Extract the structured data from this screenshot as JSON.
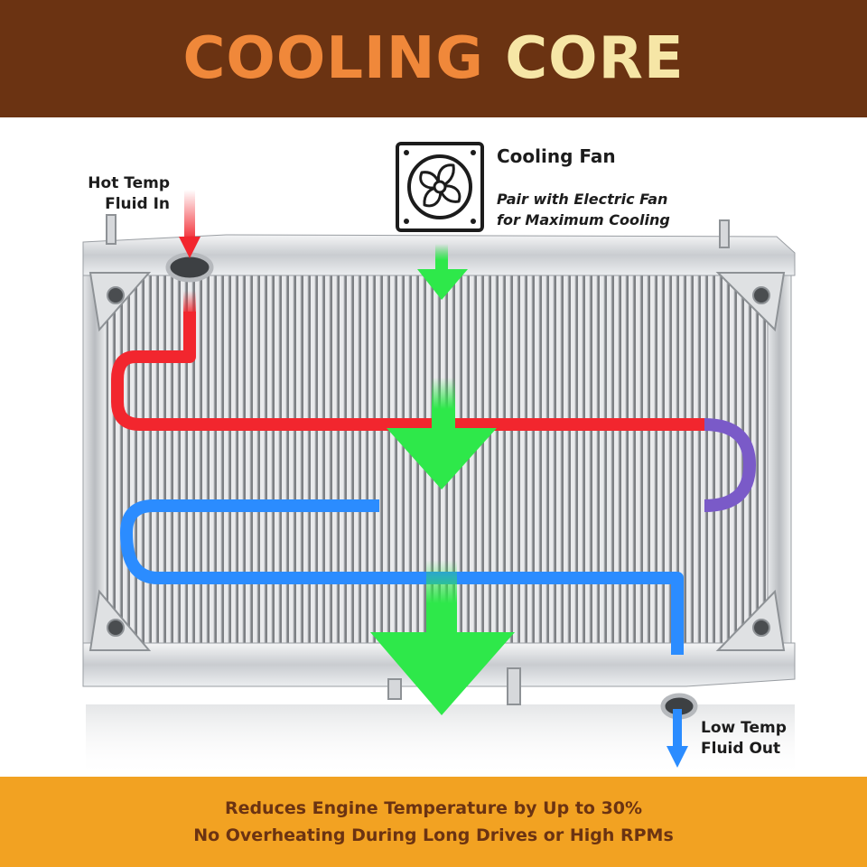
{
  "header": {
    "title_word_1": "COOLING",
    "title_word_2": "CORE"
  },
  "callouts": {
    "hot_inlet_line_1": "Hot Temp",
    "hot_inlet_line_2": "Fluid In",
    "fan_title": "Cooling Fan",
    "fan_subtitle_line_1": "Pair with Electric Fan",
    "fan_subtitle_line_2": "for Maximum Cooling",
    "low_outlet_line_1": "Low Temp",
    "low_outlet_line_2": "Fluid Out"
  },
  "footer": {
    "line_1": "Reduces Engine Temperature by Up to 30%",
    "line_2": "No Overheating During Long Drives or High RPMs"
  },
  "colors": {
    "banner": "#6b3312",
    "title_word_1": "#f0883a",
    "title_word_2": "#f6e6a6",
    "footer": "#f2a222",
    "footer_text": "#6b3312",
    "hot_flow": "#f2262e",
    "cool_flow": "#2b8cff",
    "air_flow": "#2ee84a"
  },
  "icons": {
    "fan": "fan-icon"
  }
}
